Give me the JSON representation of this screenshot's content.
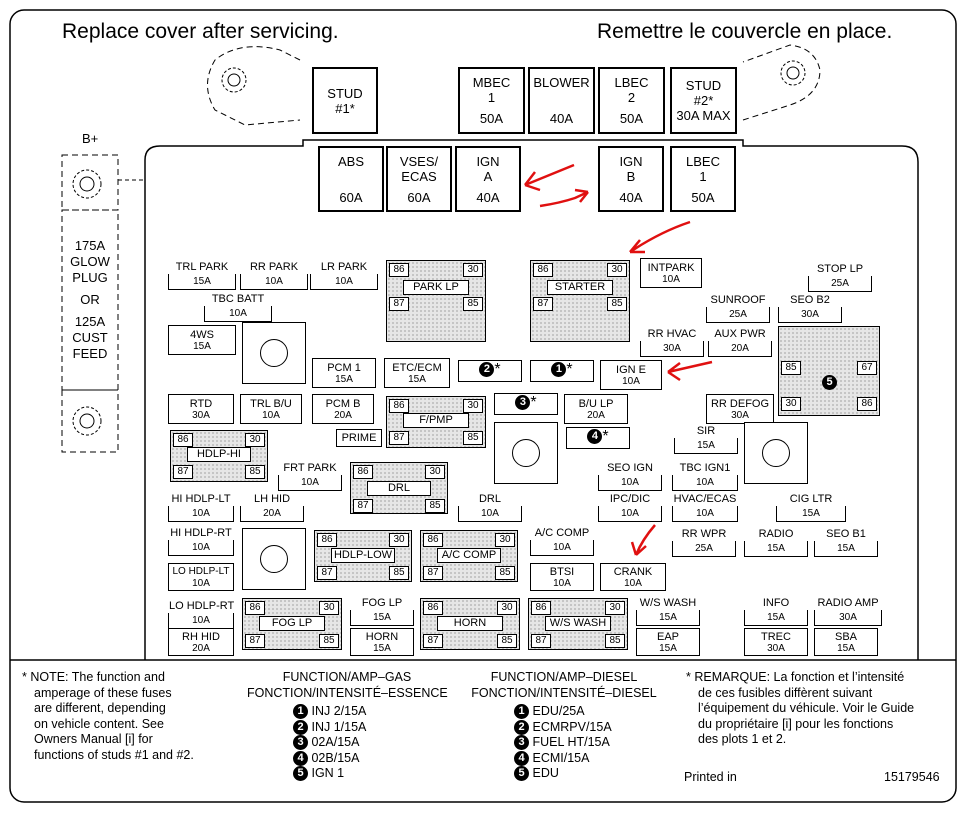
{
  "header": {
    "left": "Replace cover after servicing.",
    "right": "Remettre le couvercle en place."
  },
  "side": {
    "bplus": "B+",
    "glow": [
      "175A",
      "GLOW",
      "PLUG"
    ],
    "or": "OR",
    "cust": [
      "125A",
      "CUST",
      "FEED"
    ]
  },
  "top_fuses": [
    {
      "l1": "STUD",
      "l2": "#1*",
      "l3": ""
    },
    {
      "l1": "MBEC",
      "l2": "1",
      "l3": "50A"
    },
    {
      "l1": "BLOWER",
      "l2": "",
      "l3": "40A"
    },
    {
      "l1": "LBEC",
      "l2": "2",
      "l3": "50A"
    },
    {
      "l1": "STUD",
      "l2": "#2*",
      "l3": "30A MAX"
    }
  ],
  "maxi_fuses": [
    {
      "l1": "ABS",
      "l2": "",
      "l3": "60A"
    },
    {
      "l1": "VSES/",
      "l2": "ECAS",
      "l3": "60A"
    },
    {
      "l1": "IGN",
      "l2": "A",
      "l3": "40A"
    },
    {
      "l1": "IGN",
      "l2": "B",
      "l3": "40A"
    },
    {
      "l1": "LBEC",
      "l2": "1",
      "l3": "50A"
    }
  ],
  "mini": [
    {
      "n": "TRL PARK",
      "a": "15A"
    },
    {
      "n": "RR PARK",
      "a": "10A"
    },
    {
      "n": "LR PARK",
      "a": "10A"
    },
    {
      "n": "TBC BATT",
      "a": "10A"
    },
    {
      "n": "4WS",
      "a": "15A"
    },
    {
      "n": "INTPARK",
      "a": "10A"
    },
    {
      "n": "STOP LP",
      "a": "25A"
    },
    {
      "n": "SUNROOF",
      "a": "25A"
    },
    {
      "n": "SEO B2",
      "a": "30A"
    },
    {
      "n": "RR HVAC",
      "a": "30A"
    },
    {
      "n": "AUX PWR",
      "a": "20A"
    },
    {
      "n": "PCM 1",
      "a": "15A"
    },
    {
      "n": "ETC/ECM",
      "a": "15A"
    },
    {
      "n": "IGN E",
      "a": "10A"
    },
    {
      "n": "RTD",
      "a": "30A"
    },
    {
      "n": "TRL B/U",
      "a": "10A"
    },
    {
      "n": "PCM B",
      "a": "20A"
    },
    {
      "n": "B/U LP",
      "a": "20A"
    },
    {
      "n": "RR DEFOG",
      "a": "30A"
    },
    {
      "n": "SIR",
      "a": "15A"
    },
    {
      "n": "FRT PARK",
      "a": "10A"
    },
    {
      "n": "SEO IGN",
      "a": "10A"
    },
    {
      "n": "TBC IGN1",
      "a": "10A"
    },
    {
      "n": "HI HDLP-LT",
      "a": "10A"
    },
    {
      "n": "LH HID",
      "a": "20A"
    },
    {
      "n": "DRL",
      "a": "10A"
    },
    {
      "n": "IPC/DIC",
      "a": "10A"
    },
    {
      "n": "HVAC/ECAS",
      "a": "10A"
    },
    {
      "n": "CIG LTR",
      "a": "15A"
    },
    {
      "n": "HI HDLP-RT",
      "a": "10A"
    },
    {
      "n": "A/C COMP",
      "a": "10A"
    },
    {
      "n": "RR WPR",
      "a": "25A"
    },
    {
      "n": "RADIO",
      "a": "15A"
    },
    {
      "n": "SEO B1",
      "a": "15A"
    },
    {
      "n": "LO HDLP-LT",
      "a": "10A"
    },
    {
      "n": "BTSI",
      "a": "10A"
    },
    {
      "n": "CRANK",
      "a": "10A"
    },
    {
      "n": "LO HDLP-RT",
      "a": "10A"
    },
    {
      "n": "FOG LP",
      "a": "15A"
    },
    {
      "n": "W/S WASH",
      "a": "15A"
    },
    {
      "n": "INFO",
      "a": "15A"
    },
    {
      "n": "RADIO AMP",
      "a": "30A"
    },
    {
      "n": "RH HID",
      "a": "20A"
    },
    {
      "n": "HORN",
      "a": "15A"
    },
    {
      "n": "EAP",
      "a": "15A"
    },
    {
      "n": "TREC",
      "a": "30A"
    },
    {
      "n": "SBA",
      "a": "15A"
    }
  ],
  "prime": "PRIME",
  "relays": [
    "PARK LP",
    "STARTER",
    "F/PMP",
    "HDLP-HI",
    "DRL",
    "HDLP-LOW",
    "A/C COMP",
    "FOG LP",
    "HORN",
    "W/S WASH"
  ],
  "relay5": "5",
  "terms": {
    "t86": "86",
    "t30": "30",
    "t87": "87",
    "t85": "85",
    "t67": "67"
  },
  "badges": [
    "2",
    "1",
    "3",
    "4"
  ],
  "footer": {
    "note": [
      "* NOTE:  The function and",
      "amperage of these fuses",
      "are different, depending",
      "on vehicle content.  See",
      "Owners Manual [i]  for",
      "functions of studs #1 and #2."
    ],
    "gas_title": [
      "FUNCTION/AMP–GAS",
      "FONCTION/INTENSITÉ–ESSENCE"
    ],
    "gas": [
      "INJ 2/15A",
      "INJ 1/15A",
      "02A/15A",
      "02B/15A",
      "IGN 1"
    ],
    "diesel_title": [
      "FUNCTION/AMP–DIESEL",
      "FONCTION/INTENSITÉ–DIESEL"
    ],
    "diesel": [
      "EDU/25A",
      "ECMRPV/15A",
      "FUEL HT/15A",
      "ECMI/15A",
      "EDU"
    ],
    "remarque": [
      "* REMARQUE:  La fonction et l’intensité",
      "de ces fusibles diffèrent suivant",
      "l’équipement du véhicule. Voir le Guide",
      "du propriétaire [i] pour les fonctions",
      "des plots 1 et 2."
    ],
    "printed": "Printed in",
    "part": "15179546"
  }
}
